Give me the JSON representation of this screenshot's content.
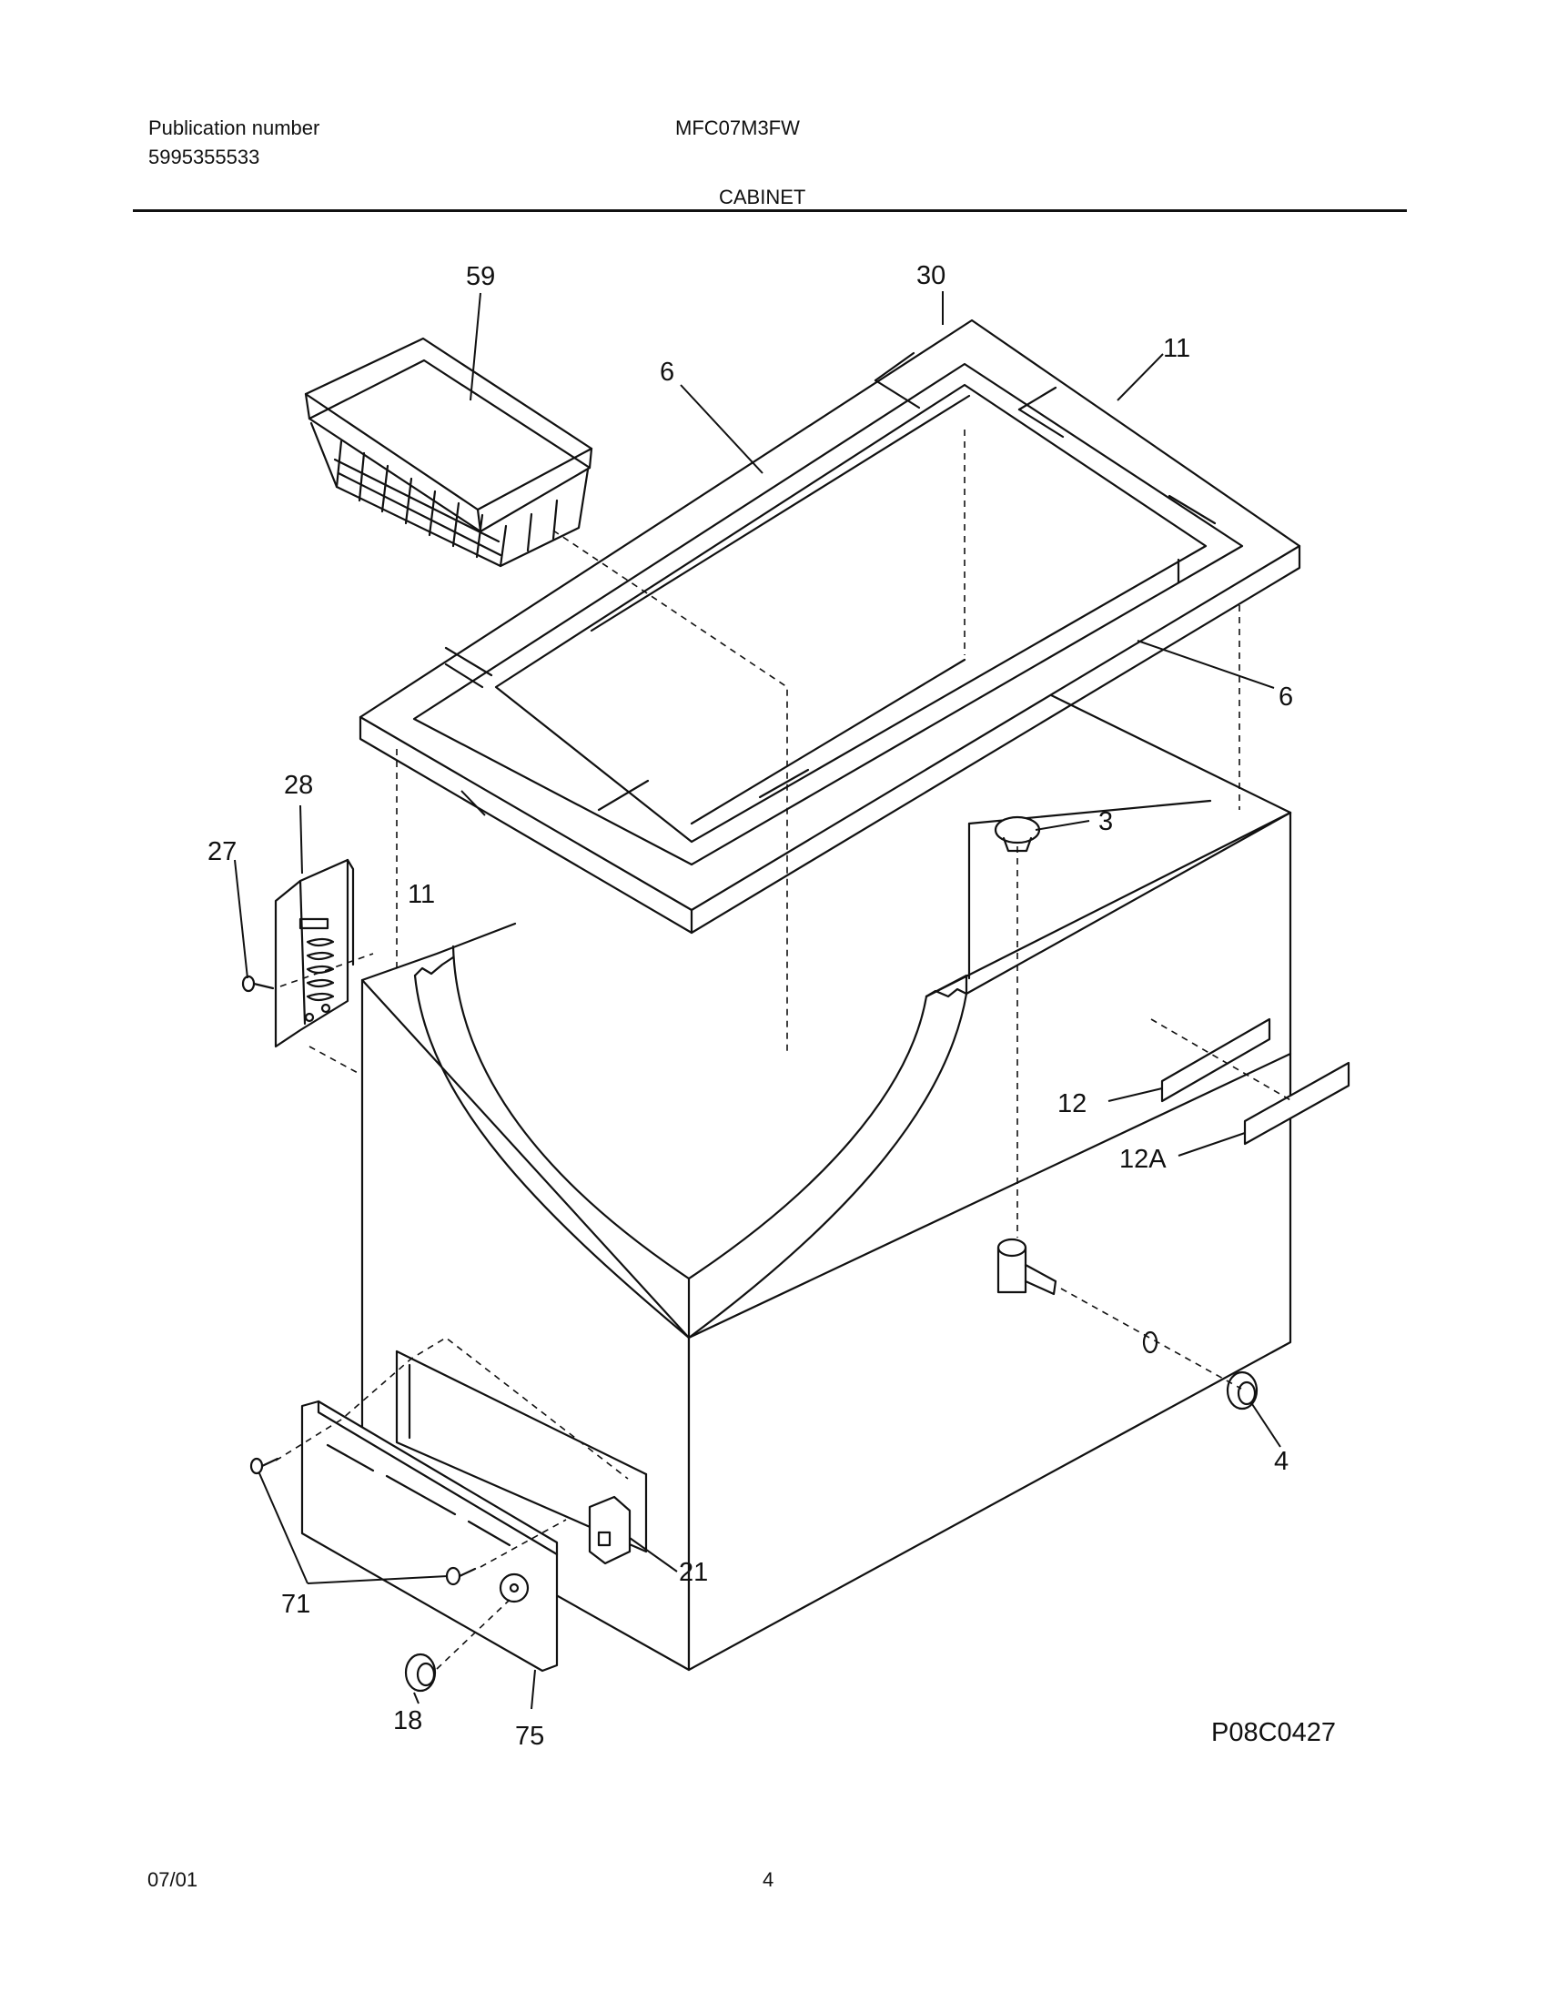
{
  "header": {
    "publication_label": "Publication number",
    "publication_number": "5995355533",
    "model": "MFC07M3FW",
    "section": "CABINET"
  },
  "diagram": {
    "callouts": {
      "basket": "59",
      "corner": "30",
      "breaker_rear_right": "11",
      "breaker_rear": "6",
      "breaker_front": "6",
      "breaker_front_left": "11",
      "hinge": "28",
      "screw_hinge": "27",
      "drain_plug": "3",
      "label_a": "12",
      "label_b": "12A",
      "drain_cap": "4",
      "grille_screws": "71",
      "knob": "18",
      "grille": "75",
      "thermostat": "21"
    },
    "figure_code": "P08C0427"
  },
  "footer": {
    "date": "07/01",
    "page": "4"
  }
}
